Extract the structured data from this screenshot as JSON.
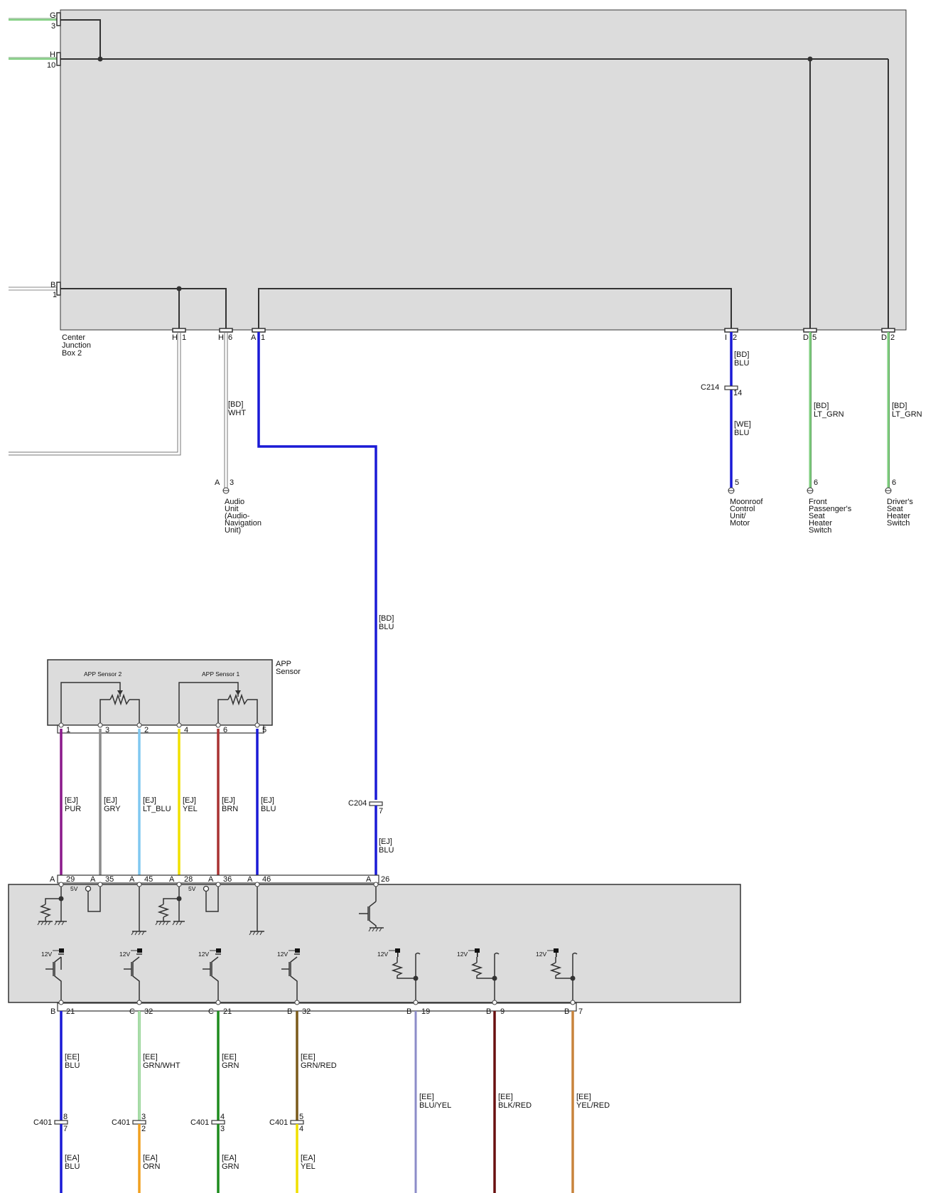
{
  "colors": {
    "box_fill": "#dcdcdc",
    "box_stroke": "#333333",
    "wire_dark": "#333333",
    "BLU": "#1a1ad6",
    "WHT": "#f4f4f4",
    "LT_GRN": "#7fcf7f",
    "PUR": "#8b1a8b",
    "GRY": "#8c8c8c",
    "LT_BLU": "#80c8f0",
    "YEL": "#f0e000",
    "BRN": "#a83232",
    "GRN": "#1e8c1e",
    "GRN_WHT": "#78c878",
    "GRN_RED": "#7a5a1a",
    "BLU_YEL": "#8c8cc8",
    "BLK_RED": "#6a1010",
    "YEL_RED": "#c8843c",
    "ORN": "#f0a020"
  },
  "center_junction_box": {
    "label_lines": [
      "Center",
      "Junction",
      "Box 2"
    ],
    "pins": {
      "G": "G",
      "G_num": "3",
      "H_top": "H",
      "H_top_num": "10",
      "B": "B",
      "B_num": "1",
      "H1_letter": "H",
      "H1_num": "1",
      "H6_letter": "H",
      "H6_num": "6",
      "A1_letter": "A",
      "A1_num": "1",
      "I2_letter": "I",
      "I2_num": "2",
      "D5_letter": "D",
      "D5_num": "5",
      "D2_letter": "D",
      "D2_num": "2"
    }
  },
  "upper_wires": {
    "audio_wire": [
      "[BD]",
      "WHT"
    ],
    "moonroof_wire_1": [
      "[BD]",
      "BLU"
    ],
    "moonroof_connector": "C214",
    "moonroof_connector_pin": "14",
    "moonroof_wire_2": [
      "[WE]",
      "BLU"
    ],
    "front_pass_wire": [
      "[BD]",
      "LT_GRN"
    ],
    "driver_wire": [
      "[BD]",
      "LT_GRN"
    ],
    "long_blue_wire": [
      "[BD]",
      "BLU"
    ]
  },
  "components": {
    "audio": {
      "pin_letter": "A",
      "pin_num": "3",
      "label_lines": [
        "Audio",
        "Unit",
        "(Audio-",
        "Navigation",
        "Unit)"
      ]
    },
    "moonroof": {
      "pin_num": "5",
      "label_lines": [
        "Moonroof",
        "Control",
        "Unit/",
        "Motor"
      ]
    },
    "front_passenger": {
      "pin_num": "6",
      "label_lines": [
        "Front",
        "Passenger's",
        "Seat",
        "Heater",
        "Switch"
      ]
    },
    "driver": {
      "pin_num": "6",
      "label_lines": [
        "Driver's",
        "Seat",
        "Heater",
        "Switch"
      ]
    }
  },
  "app_sensor": {
    "label_lines": [
      "APP",
      "Sensor"
    ],
    "sensor2": "APP Sensor 2",
    "sensor1": "APP Sensor 1",
    "pins": [
      "1",
      "3",
      "2",
      "4",
      "6",
      "5"
    ]
  },
  "app_wires": [
    {
      "code": "[EJ]",
      "color": "PUR"
    },
    {
      "code": "[EJ]",
      "color": "GRY"
    },
    {
      "code": "[EJ]",
      "color": "LT_BLU"
    },
    {
      "code": "[EJ]",
      "color": "YEL"
    },
    {
      "code": "[EJ]",
      "color": "BRN"
    },
    {
      "code": "[EJ]",
      "color": "BLU"
    }
  ],
  "c204": {
    "name": "C204",
    "pin": "7",
    "wire": [
      "[EJ]",
      "BLU"
    ]
  },
  "ecm_top_pins": [
    {
      "letter": "A",
      "num": "29"
    },
    {
      "letter": "A",
      "num": "35"
    },
    {
      "letter": "A",
      "num": "45"
    },
    {
      "letter": "A",
      "num": "28"
    },
    {
      "letter": "A",
      "num": "36"
    },
    {
      "letter": "A",
      "num": "46"
    },
    {
      "letter": "A",
      "num": "26"
    }
  ],
  "ecm_internal": {
    "five_v": "5V",
    "twelve_v": "12V"
  },
  "ecm_bottom_pins": [
    {
      "letter": "B",
      "num": "21"
    },
    {
      "letter": "C",
      "num": "32"
    },
    {
      "letter": "C",
      "num": "21"
    },
    {
      "letter": "B",
      "num": "32"
    },
    {
      "letter": "B",
      "num": "19"
    },
    {
      "letter": "B",
      "num": "9"
    },
    {
      "letter": "B",
      "num": "7"
    }
  ],
  "lower_wires": [
    {
      "code": "[EE]",
      "color": "BLU"
    },
    {
      "code": "[EE]",
      "color": "GRN/WHT"
    },
    {
      "code": "[EE]",
      "color": "GRN"
    },
    {
      "code": "[EE]",
      "color": "GRN/RED"
    },
    {
      "code": "[EE]",
      "color": "BLU/YEL"
    },
    {
      "code": "[EE]",
      "color": "BLK/RED"
    },
    {
      "code": "[EE]",
      "color": "YEL/RED"
    }
  ],
  "c401": [
    {
      "name": "C401",
      "top": "8",
      "bottom": "7"
    },
    {
      "name": "C401",
      "top": "3",
      "bottom": "2"
    },
    {
      "name": "C401",
      "top": "4",
      "bottom": "3"
    },
    {
      "name": "C401",
      "top": "5",
      "bottom": "4"
    }
  ],
  "bottom_wires": [
    {
      "code": "[EA]",
      "color": "BLU"
    },
    {
      "code": "[EA]",
      "color": "ORN"
    },
    {
      "code": "[EA]",
      "color": "GRN"
    },
    {
      "code": "[EA]",
      "color": "YEL"
    }
  ]
}
